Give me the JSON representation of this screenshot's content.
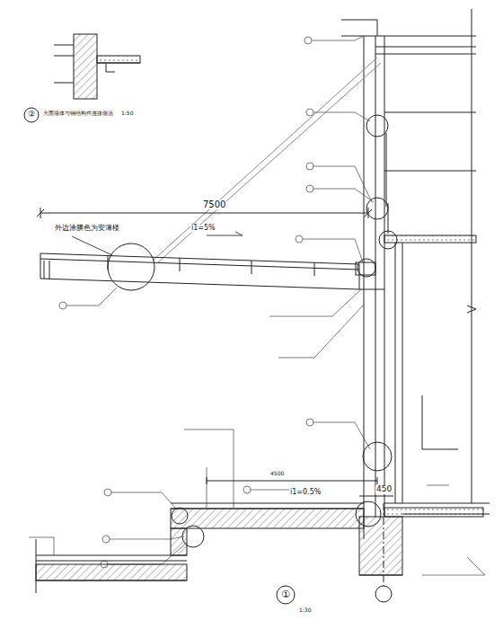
{
  "diagram": {
    "labels": [
      "②",
      "大面墙体与钢结构件连接做法",
      "1:50",
      "7500",
      "i1=5%",
      "外边涂膜色为安薄楼",
      "4500",
      "450",
      "i1=0.5%",
      "①",
      "1:30"
    ]
  }
}
